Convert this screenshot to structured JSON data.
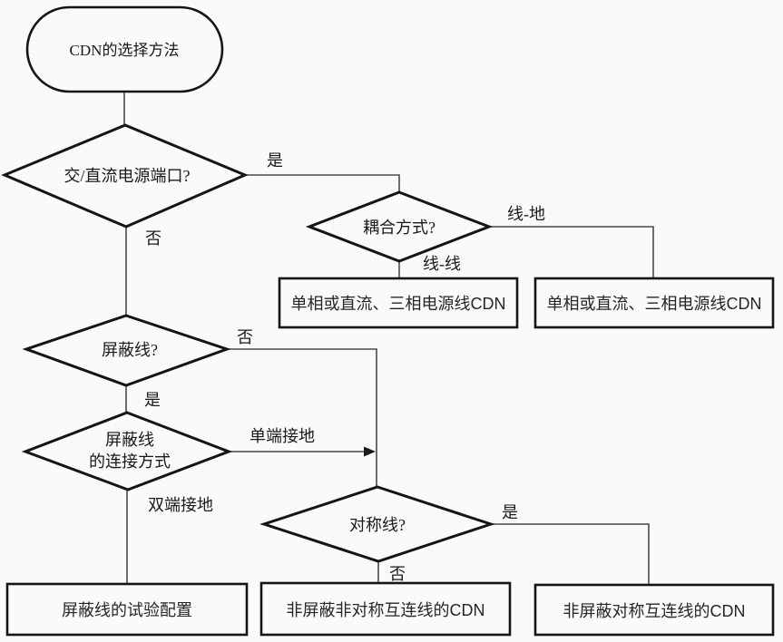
{
  "diagram": {
    "colors": {
      "background": "#fbfaf8",
      "line": "#151515",
      "connector": "#4a4a4a"
    },
    "start": {
      "label": "CDN的选择方法"
    },
    "decisions": {
      "power_port": {
        "label": "交/直流电源端口?",
        "branch_yes": "是",
        "branch_no": "否"
      },
      "coupling_mode": {
        "label": "耦合方式?",
        "branch_line_ground": "线-地",
        "branch_line_line": "线-线"
      },
      "shielded_line": {
        "label": "屏蔽线?",
        "branch_no": "否",
        "branch_yes": "是"
      },
      "shield_connection": {
        "label_line1": "屏蔽线",
        "label_line2": "的连接方式",
        "branch_single_end": "单端接地",
        "branch_double_end": "双端接地"
      },
      "symmetric_line": {
        "label": "对称线?",
        "branch_yes": "是",
        "branch_no": "否"
      }
    },
    "results": {
      "power_cdn_line_line": "单相或直流、三相电源线CDN",
      "power_cdn_line_ground": "单相或直流、三相电源线CDN",
      "shielded_test_config": "屏蔽线的试验配置",
      "unshielded_unsymmetric_cdn": "非屏蔽非对称互连线的CDN",
      "unshielded_symmetric_cdn": "非屏蔽对称互连线的CDN"
    }
  }
}
